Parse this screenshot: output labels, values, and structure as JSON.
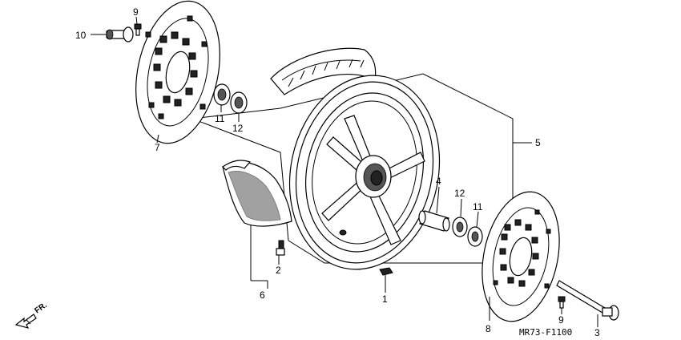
{
  "diagram_code": "MR73-F1100",
  "direction_label": "FR.",
  "callouts": {
    "c1": "1",
    "c2": "2",
    "c3": "3",
    "c4": "4",
    "c5": "5",
    "c6": "6",
    "c7": "7",
    "c8": "8",
    "c9_top": "9",
    "c9_bottom": "9",
    "c10": "10",
    "c11_left": "11",
    "c11_right": "11",
    "c12_left": "12",
    "c12_right": "12"
  }
}
